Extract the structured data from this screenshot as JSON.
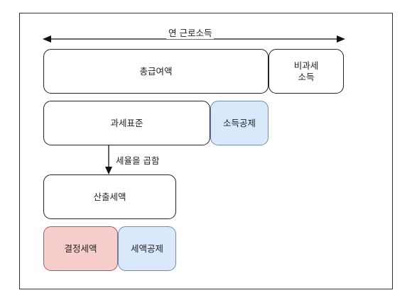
{
  "diagram": {
    "annual_income_label": "연 근로소득",
    "total_salary": "총급여액",
    "non_taxable_line1": "비과세",
    "non_taxable_line2": "소득",
    "tax_base": "과세표준",
    "income_deduction": "소득공제",
    "apply_tax_rate": "세율을 곱함",
    "calculated_tax": "산출세액",
    "determined_tax": "결정세액",
    "tax_credit": "세액공제"
  },
  "colors": {
    "blue_fill": "#dae8fc",
    "blue_stroke": "#6c8ebf",
    "red_fill": "#f8cecc",
    "red_stroke": "#b85450"
  }
}
